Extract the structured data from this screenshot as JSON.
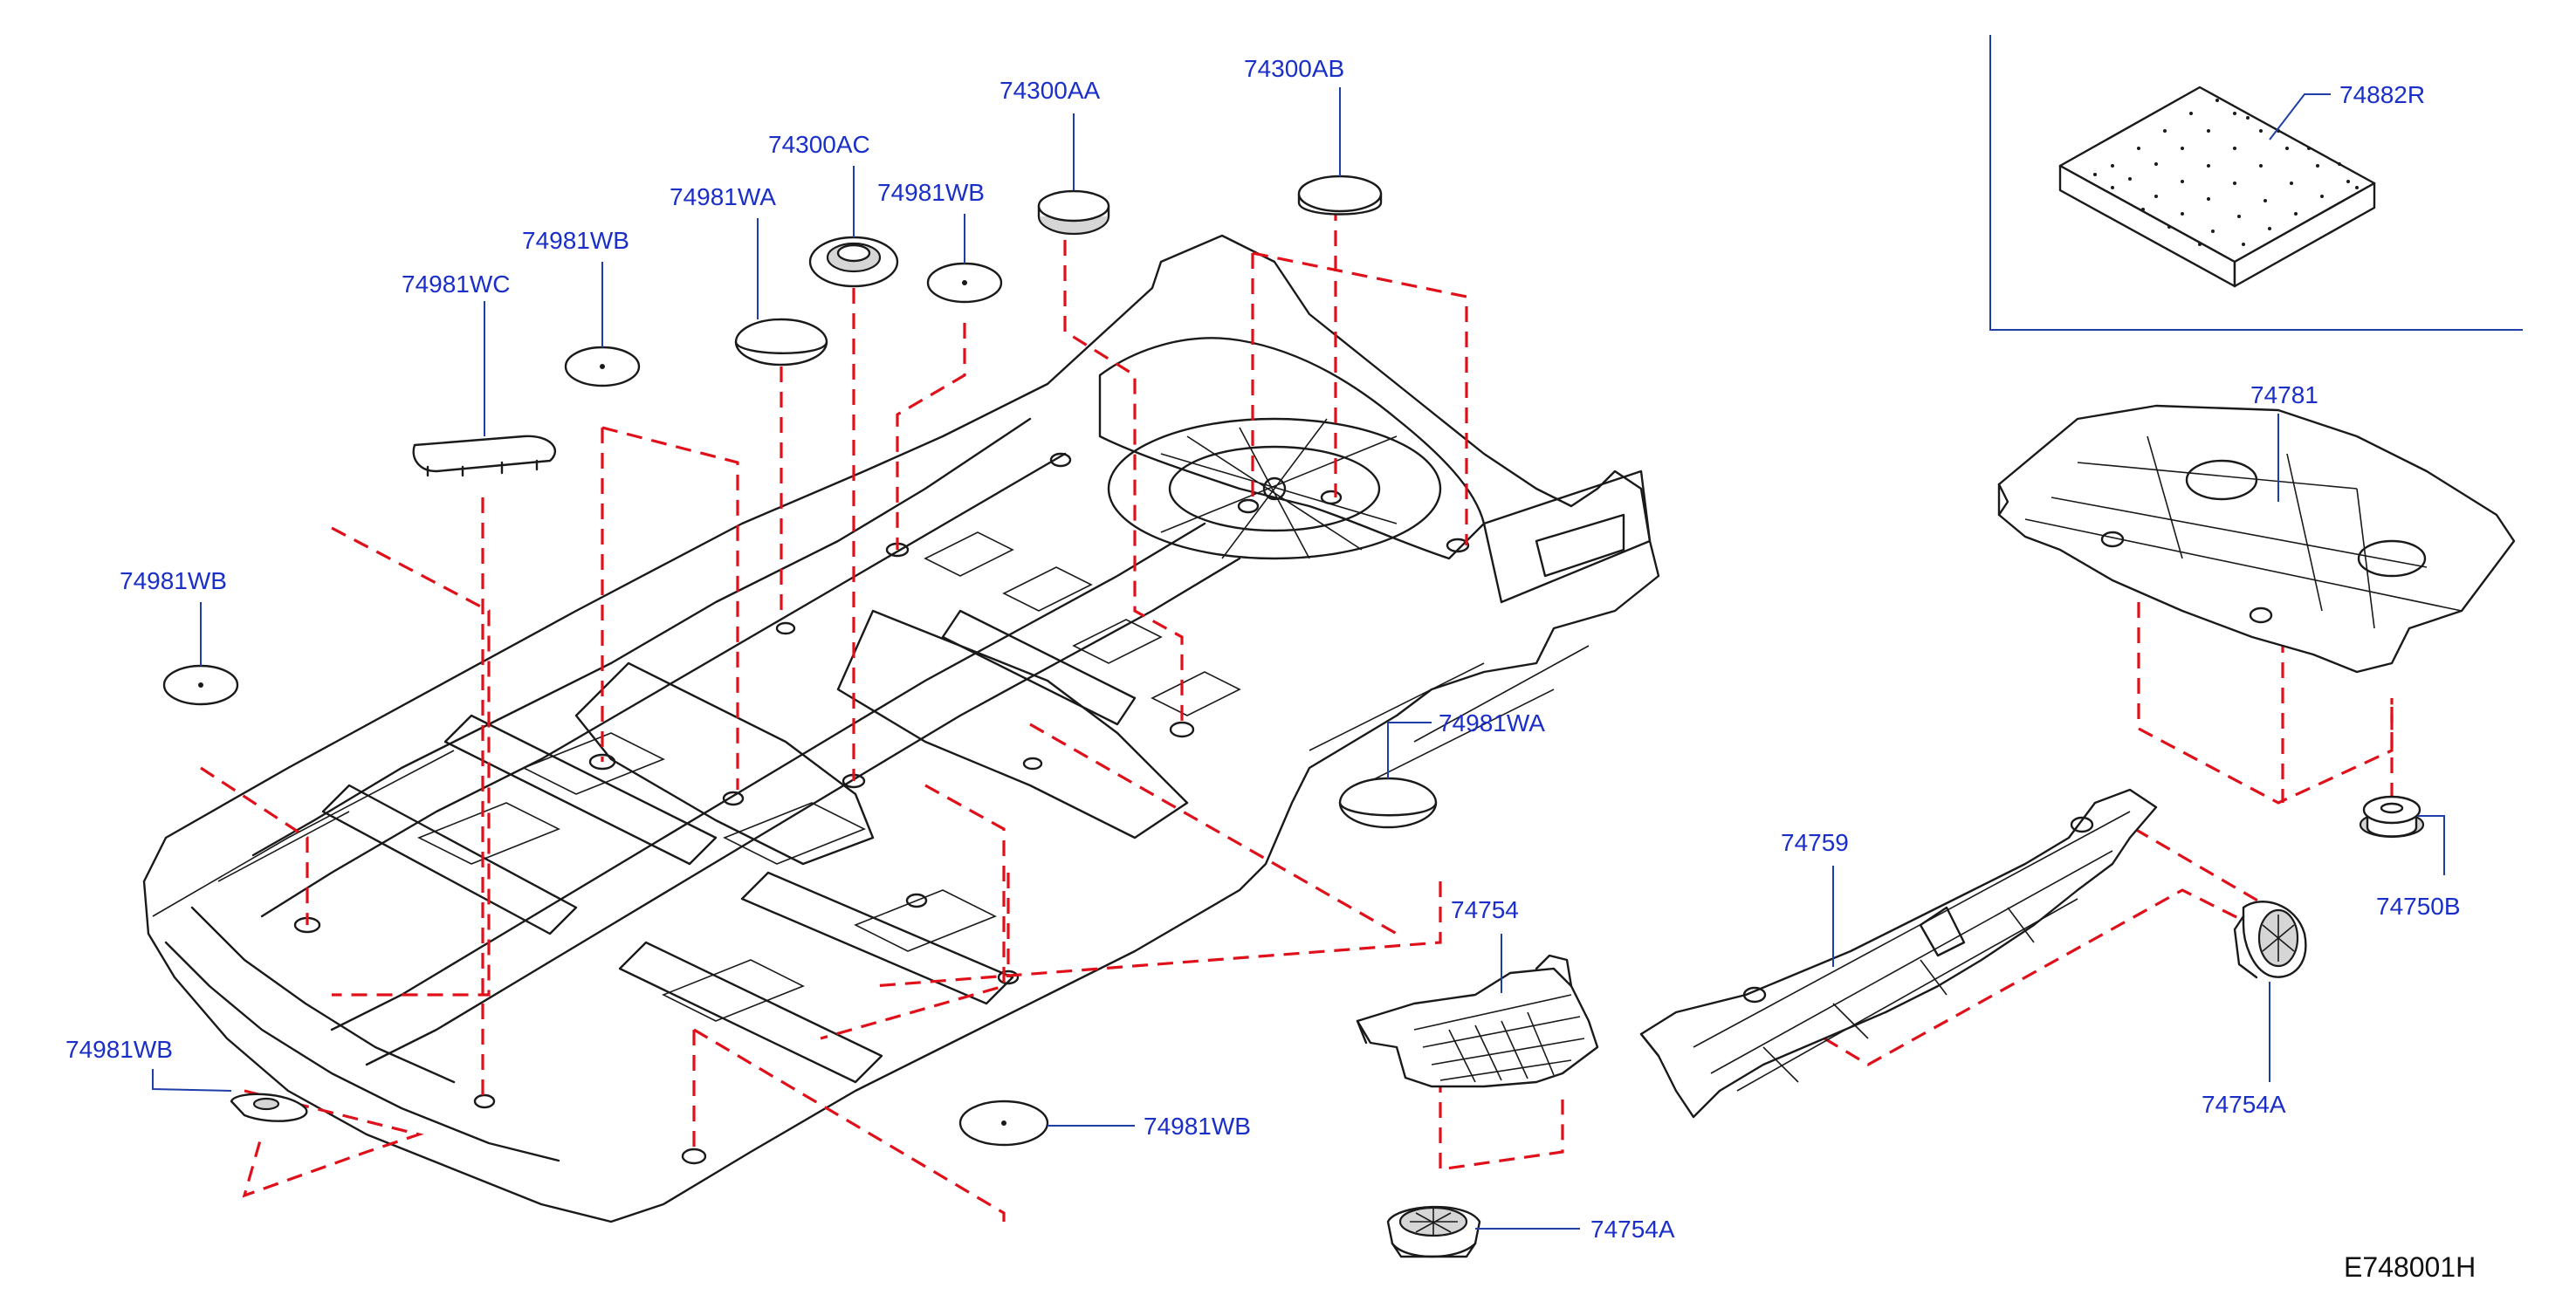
{
  "diagram_code": "E748001H",
  "labels": {
    "p74300AA": "74300AA",
    "p74300AB": "74300AB",
    "p74300AC": "74300AC",
    "p74981WA_top": "74981WA",
    "p74981WB_top_center": "74981WB",
    "p74981WB_top_left": "74981WB",
    "p74981WC": "74981WC",
    "p74981WB_left": "74981WB",
    "p74981WB_bottom_left": "74981WB",
    "p74981WB_bottom": "74981WB",
    "p74981WA_right": "74981WA",
    "p74754": "74754",
    "p74754A_bottom": "74754A",
    "p74759": "74759",
    "p74754A_right": "74754A",
    "p74750B": "74750B",
    "p74781": "74781",
    "p74882R": "74882R"
  },
  "colors": {
    "label_text": "#1a2ec8",
    "leader_line": "#1f3fa8",
    "dashed_guide": "#e0101a",
    "part_outline": "#1a1a1a"
  }
}
